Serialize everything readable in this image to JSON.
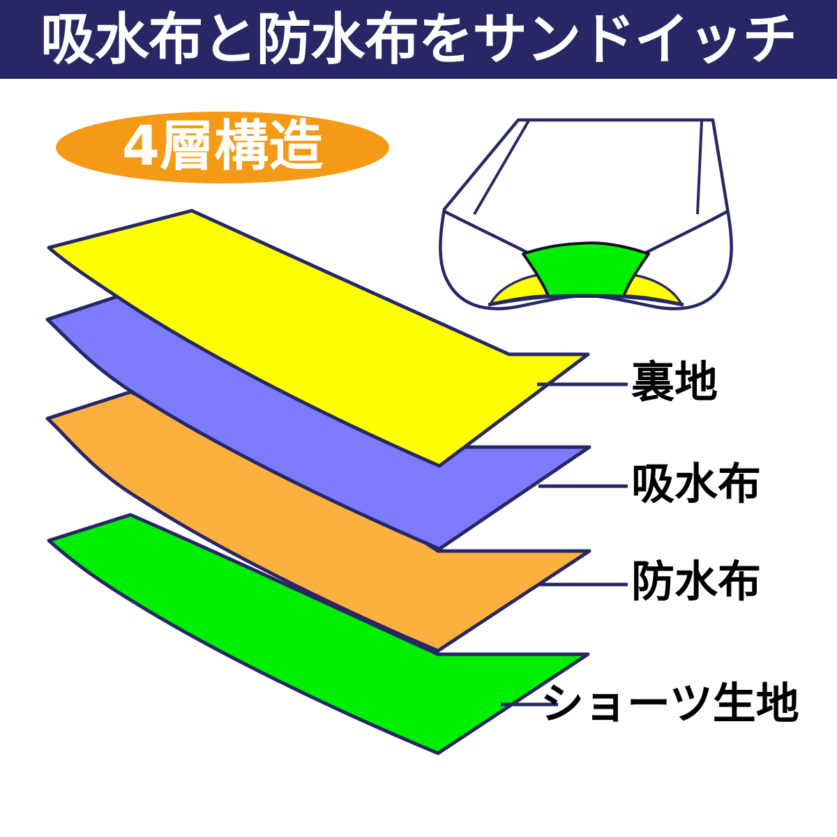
{
  "header": {
    "title": "吸水布と防水布をサンドイッチ",
    "background_color": "#272765",
    "text_color": "#ffffff"
  },
  "badge": {
    "label": "4層構造",
    "shape": "ellipse",
    "fill_color": "#F59A16",
    "text_color": "#ffffff"
  },
  "diagram": {
    "type": "exploded-layer-stack",
    "outline_color": "#272765",
    "layers": [
      {
        "index": 0,
        "label": "裏地",
        "fill_color": "#FFFF00",
        "color_name": "yellow",
        "order": "top"
      },
      {
        "index": 1,
        "label": "吸水布",
        "fill_color": "#7B7BFB",
        "color_name": "periwinkle",
        "order": "second"
      },
      {
        "index": 2,
        "label": "防水布",
        "fill_color": "#FCB040",
        "color_name": "orange",
        "order": "third"
      },
      {
        "index": 3,
        "label": "ショーツ生地",
        "fill_color": "#00EE00",
        "color_name": "green",
        "order": "bottom"
      }
    ]
  },
  "garment": {
    "name": "panties-illustration",
    "outline_color": "#272765",
    "gusset_fill": "#00EE00",
    "side_panel_fill": "#FFFF00",
    "body_fill": "#ffffff"
  }
}
